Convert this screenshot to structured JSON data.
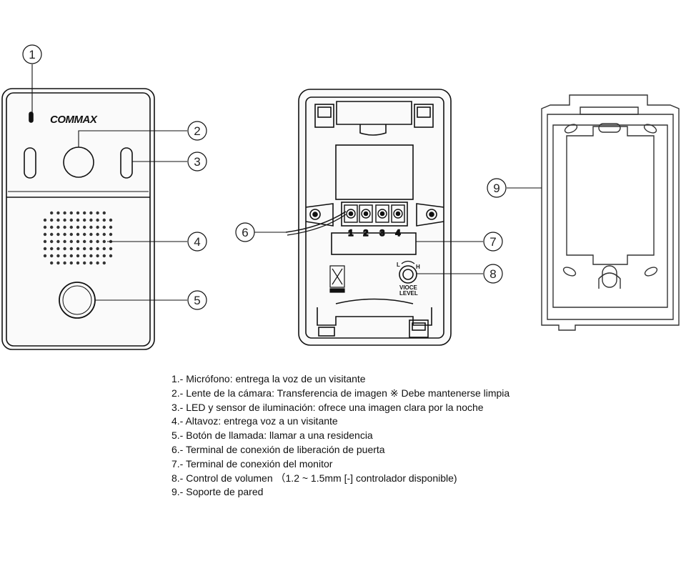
{
  "brand": "COMMAX",
  "callout_numbers": [
    "1",
    "2",
    "3",
    "4",
    "5",
    "6",
    "7",
    "8",
    "9"
  ],
  "terminal_labels": [
    "1",
    "2",
    "3",
    "4"
  ],
  "volume_marks": {
    "low": "L",
    "high": "H"
  },
  "volume_caption": [
    "VIOCE",
    "LEVEL"
  ],
  "legend": [
    "1.- Micrófono: entrega la voz de un visitante",
    "2.- Lente de la cámara: Transferencia de imagen ※ Debe mantenerse limpia",
    "3.- LED y sensor de iluminación: ofrece una imagen clara por la noche",
    "4.- Altavoz: entrega voz a un visitante",
    "5.- Botón de llamada: llamar a una residencia",
    "6.- Terminal de conexión de liberación de puerta",
    "7.- Terminal de conexión del monitor",
    "8.- Control de volumen （1.2 ~ 1.5mm [-] controlador disponible)",
    "9.- Soporte de pared"
  ]
}
